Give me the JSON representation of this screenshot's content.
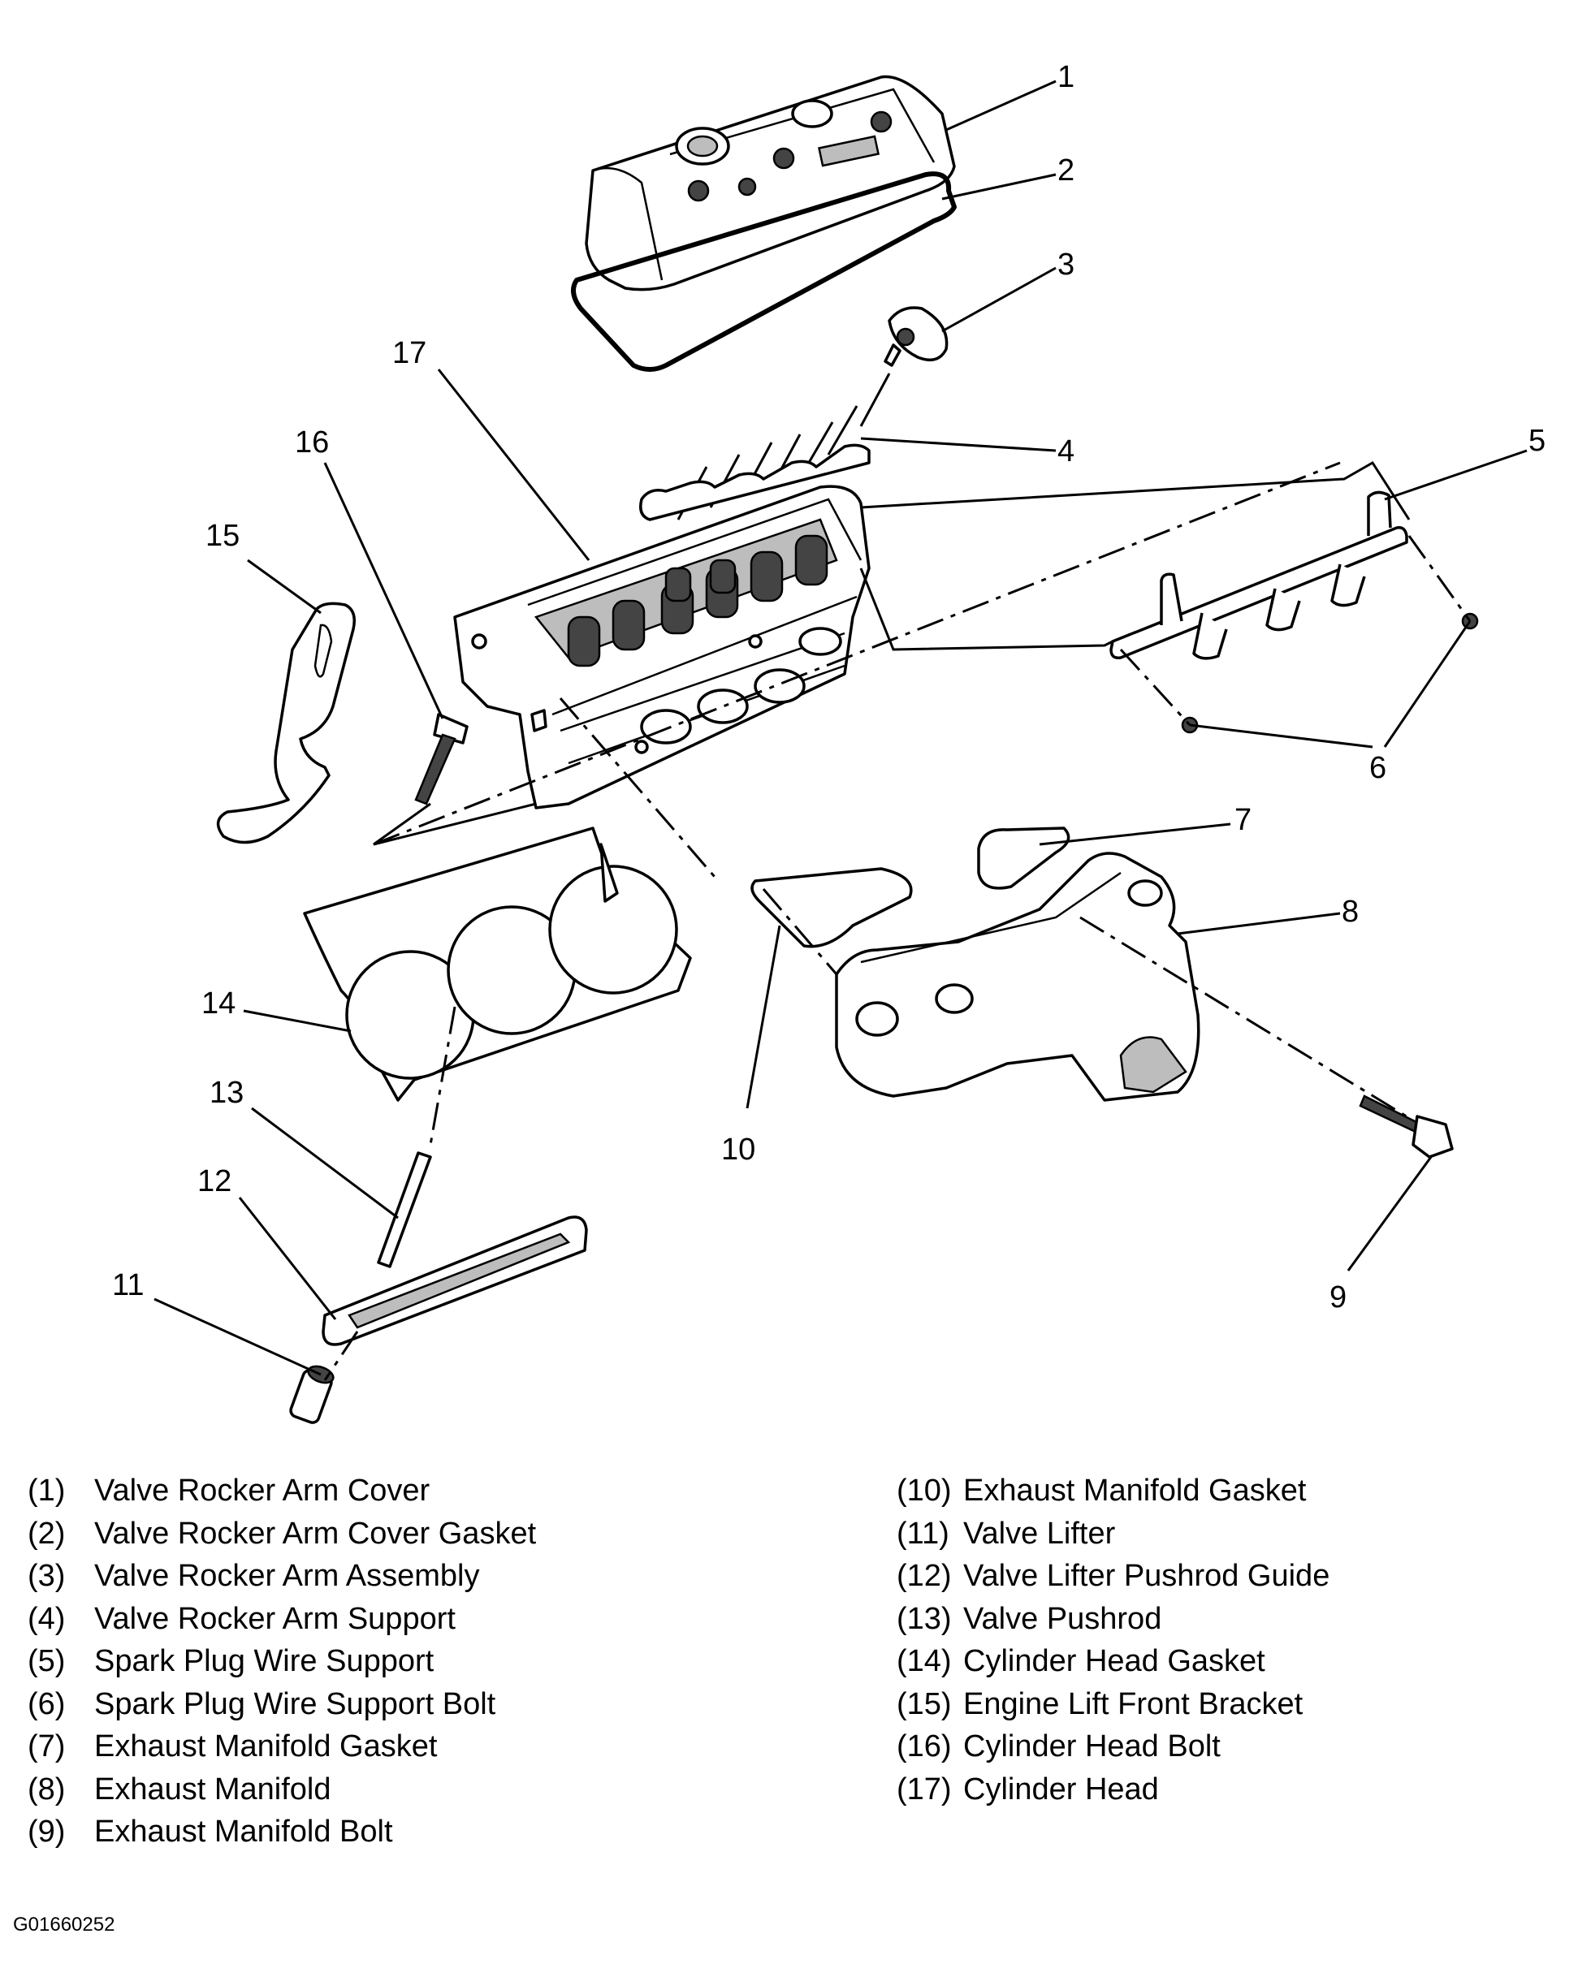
{
  "callouts": [
    "1",
    "2",
    "3",
    "4",
    "5",
    "6",
    "7",
    "8",
    "9",
    "10",
    "11",
    "12",
    "13",
    "14",
    "15",
    "16",
    "17"
  ],
  "legend": {
    "left": [
      {
        "num": "(1)",
        "label": "Valve Rocker Arm Cover"
      },
      {
        "num": "(2)",
        "label": "Valve Rocker Arm Cover Gasket"
      },
      {
        "num": "(3)",
        "label": "Valve Rocker Arm Assembly"
      },
      {
        "num": "(4)",
        "label": "Valve Rocker Arm Support"
      },
      {
        "num": "(5)",
        "label": "Spark Plug Wire Support"
      },
      {
        "num": "(6)",
        "label": "Spark Plug Wire Support Bolt"
      },
      {
        "num": "(7)",
        "label": "Exhaust Manifold Gasket"
      },
      {
        "num": "(8)",
        "label": "Exhaust Manifold"
      },
      {
        "num": "(9)",
        "label": "Exhaust Manifold Bolt"
      }
    ],
    "right": [
      {
        "num": "(10)",
        "label": "Exhaust Manifold Gasket"
      },
      {
        "num": "(11)",
        "label": "Valve Lifter"
      },
      {
        "num": "(12)",
        "label": "Valve Lifter Pushrod Guide"
      },
      {
        "num": "(13)",
        "label": "Valve Pushrod"
      },
      {
        "num": "(14)",
        "label": "Cylinder Head Gasket"
      },
      {
        "num": "(15)",
        "label": "Engine Lift Front Bracket"
      },
      {
        "num": "(16)",
        "label": "Cylinder Head Bolt"
      },
      {
        "num": "(17)",
        "label": "Cylinder Head"
      }
    ]
  },
  "figure_id": "G01660252"
}
